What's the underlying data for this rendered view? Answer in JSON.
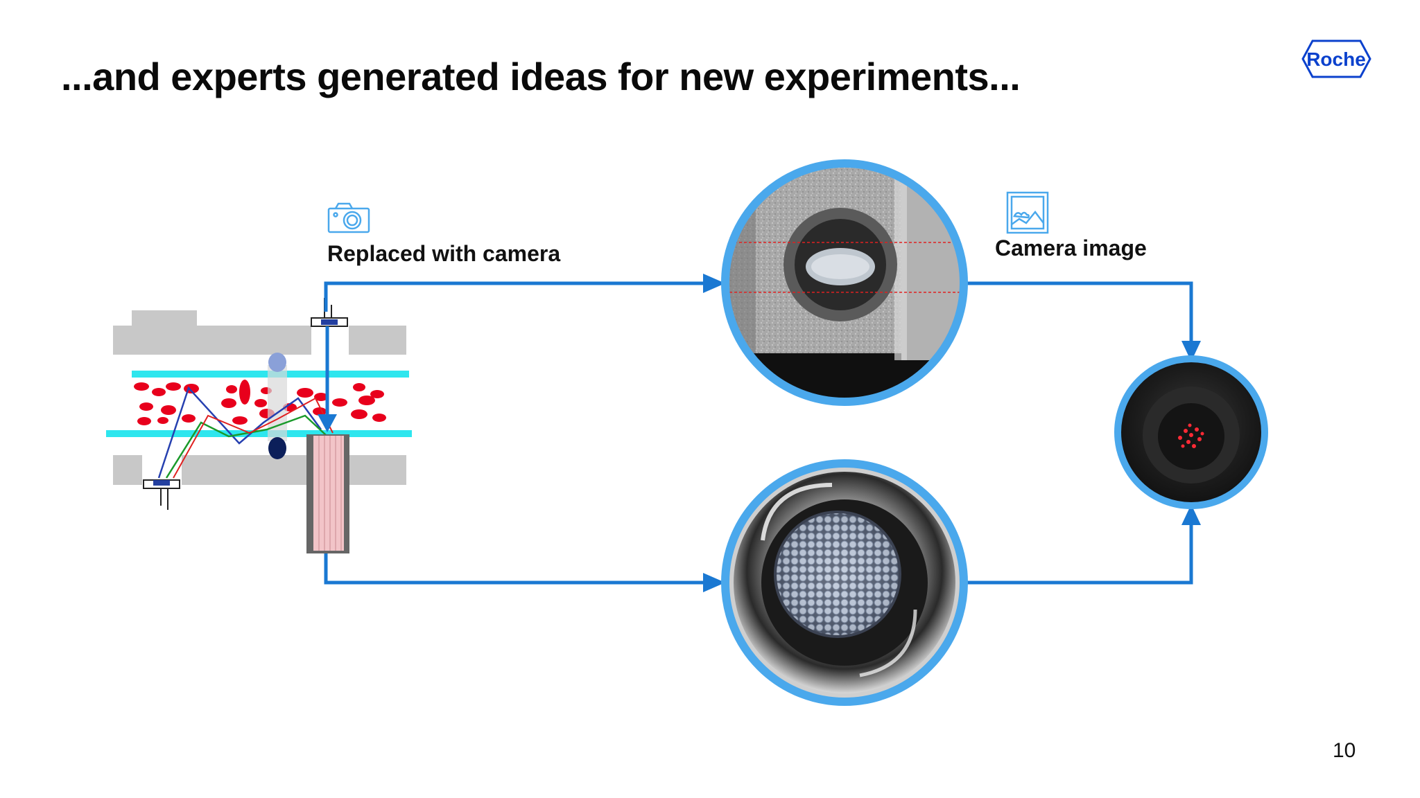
{
  "slide": {
    "title": "...and experts generated ideas for new experiments...",
    "page_number": "10"
  },
  "logo": {
    "text": "Roche",
    "color": "#0b41cd"
  },
  "labels": {
    "replaced_with_camera": "Replaced with camera",
    "camera_image": "Camera image"
  },
  "icons": {
    "camera": "camera-icon",
    "image": "image-icon"
  },
  "colors": {
    "arrow": "#1a78d2",
    "circle_ring": "#4aa8ec",
    "channel_line": "#2ee6ee",
    "blood_cell": "#e8001c",
    "housing": "#c8c8c8"
  }
}
